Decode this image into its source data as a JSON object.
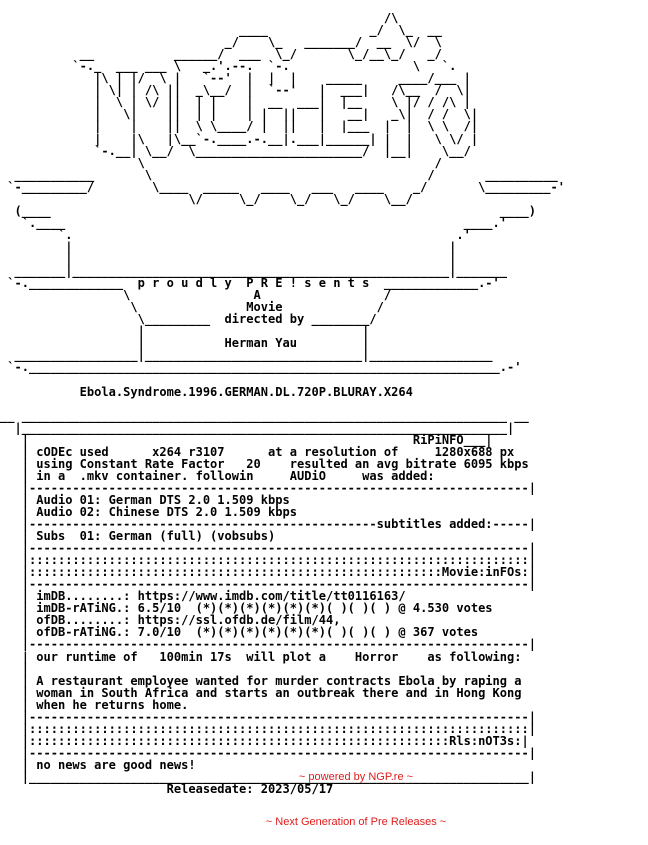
{
  "nfo_lines": [
    "",
    "                                                     /\\",
    "                                 ____              _/  \\_  __",
    "                               _/    \\_   _______/  __  \\/  \\",
    "           __           ______/  ___  \\_/       \\_/__\\_/   _/",
    "          `-._  ___ ___ \\   _.'.--.  `-.                 \\   `.",
    "             |\\ | |/  \\ |   `--'  |  |  |    _____     ____/___ |",
    "             | \\| | /\\ ||  _\\__/  |  `--'   |  ___|   /\\__  /  \\|",
    "             |  \\ | \\/ ||  | |    |  __  ___|  |__    \\ |/ / /\\ |",
    "             |   \\|    ||  | |    | |  ||   |   __|   _\\|  / /  \\|",
    "             |    |    ||  \\ \\____/ |  ||   |  |___  |  |  \\ \\  /|",
    "             |    |\\   |\\__`-.____.-.__|.___|______| |  |   \\ \\/ |",
    "             `-.__| \\__/  \\_______________________/  |__|    \\__/",
    "                   \\                                        /",
    "  ___________       \\                                      /       __________",
    " `-_________/        \\____  _____   ____   ___   ____    _/       \\_________-'",
    "                          \\/     \\_/    \\_/   \\_/    \\__/",
    "  (____                                                              ____)",
    "   `.____                                                       ____.'",
    "        `.                                                     .'",
    "         |                                                    |",
    "         |                                                    |",
    "  _______|____________________________________________________|_______",
    " `-._____________  p r o u d l y  P R E ! s e n t s  _____________.-'",
    "                 \\                 A                 /",
    "                  \\               Movie             /",
    "                   \\_________  directed by ________/",
    "                   |                              |",
    "                   |           Herman Yau         |",
    "  _________________|______________________________|_________________",
    " `-._________________________________________________________________.-'",
    "",
    "           Ebola.Syndrome.1996.GERMAN.DL.720P.BLURAY.X264",
    "",
    "__ ___________________________________________________________________ __",
    "  |___________________________________________________________________|",
    "   |                                                     RiPiNFO___|",
    "   | cODEc used      x264 r3107      at a resolution of     1280x688 px",
    "   | using Constant Rate Factor   20    resulted an avg bitrate 6095 kbps",
    "   | in a  .mkv container. followin     AUDiO     was added:",
    "   |---------------------------------------------------------------------|",
    "   | Audio 01: German DTS 2.0 1.509 kbps",
    "   | Audio 02: Chinese DTS 2.0 1.509 kbps",
    "   |------------------------------------------------subtitles added:-----|",
    "   | Subs  01: German (full) (vobsubs)",
    "   |---------------------------------------------------------------------|",
    "   |:::::::::::::::::::::::::::::::::::::::::::::::::::::::::::::::::::::|",
    "   |:::::::::::::::::::::::::::::::::::::::::::::::::::::::::Movie:inFOs:|",
    "   |---------------------------------------------------------------------|",
    "   | imDB........: https://www.imdb.com/title/tt0116163/",
    "   | imDB-rATiNG.: 6.5/10  (*)(*)(*)(*)(*)(*)( )( )( ) @ 4.530 votes",
    "   | ofDB........: https://ssl.ofdb.de/film/44,",
    "   | ofDB-rATiNG.: 7.0/10  (*)(*)(*)(*)(*)(*)( )( )( ) @ 367 votes",
    "   |---------------------------------------------------------------------|",
    "   | our runtime of   100min 17s  will plot a    Horror    as following:",
    "   |",
    "   | A restaurant employee wanted for murder contracts Ebola by raping a",
    "   | woman in South Africa and starts an outbreak there and in Hong Kong",
    "   | when he returns home.",
    "   |---------------------------------------------------------------------|",
    "   |:::::::::::::::::::::::::::::::::::::::::::::::::::::::::::::::::::::|",
    "   |::::::::::::::::::::::::::::::::::::::::::::::::::::::::::Rls:nOT3s:|",
    "   |---------------------------------------------------------------------|",
    "   | no news are good news!",
    "   |_____________________________________________________________________|",
    "                       Releasedate: 2023/05/17"
  ],
  "footer": {
    "powered_by": "~ powered by NGP.re ~",
    "tagline": "~ Next Generation of Pre Releases ~"
  },
  "colors": {
    "text": "#000000",
    "footer": "#e11b1b",
    "background": "#ffffff"
  }
}
